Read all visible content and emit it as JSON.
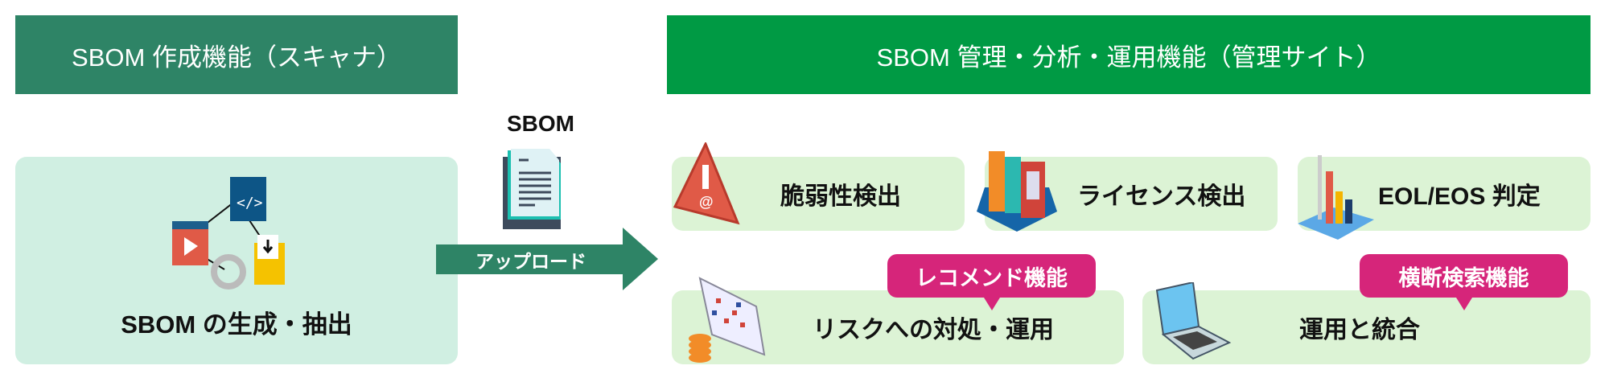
{
  "headers": {
    "scanner": "SBOM 作成機能（スキャナ）",
    "site": "SBOM 管理・分析・運用機能（管理サイト）"
  },
  "scanner_box": {
    "label": "SBOM の生成・抽出"
  },
  "transfer": {
    "doc_label": "SBOM",
    "arrow_label": "アップロード"
  },
  "cards": [
    {
      "label": "脆弱性検出"
    },
    {
      "label": "ライセンス検出"
    },
    {
      "label": "EOL/EOS 判定"
    },
    {
      "label": "リスクへの対処・運用",
      "badge": "レコメンド機能"
    },
    {
      "label": "運用と統合",
      "badge": "横断検索機能"
    }
  ],
  "colors": {
    "scanner": "#2e8466",
    "site": "#009a44",
    "badge": "#d6257a",
    "card": "#dcf3d5",
    "scanner_box": "#d0efe2"
  }
}
